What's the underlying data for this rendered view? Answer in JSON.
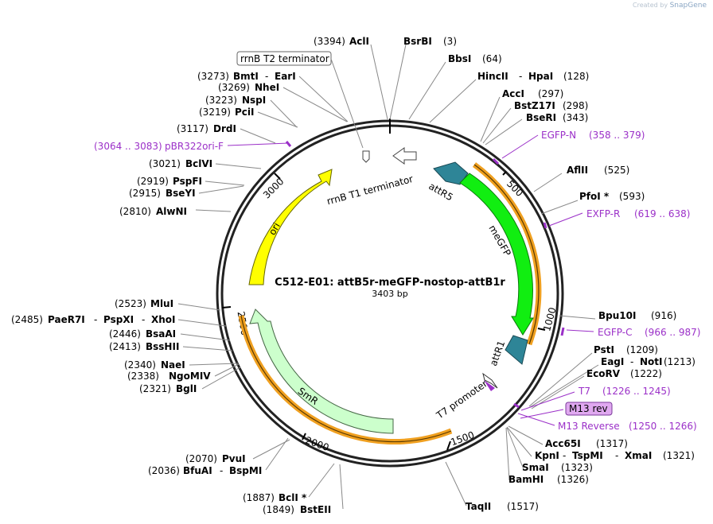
{
  "credit": {
    "prefix": "Created by",
    "brand": "SnapGene"
  },
  "plasmid": {
    "name": "C512-E01: attB5r-meGFP-nostop-attB1r",
    "length": "3403 bp"
  },
  "ring_ticks": [
    "500",
    "1000",
    "1500",
    "2000",
    "2500",
    "3000"
  ],
  "features": {
    "attR5": "attR5",
    "meGFP": "meGFP",
    "attR1": "attR1",
    "t7_promoter": "T7 promoter",
    "smr": "SmR",
    "ori": "ori",
    "rrnb_t1": "rrnB T1 terminator",
    "rrnb_t2": "rrnB T2 terminator",
    "m13_rev": "M13 rev"
  },
  "sites": {
    "acli": {
      "pos": "(3394)",
      "name": "AclI"
    },
    "bsrbi": {
      "name": "BsrBI",
      "pos": "(3)"
    },
    "bbsi": {
      "name": "BbsI",
      "pos": "(64)"
    },
    "hincii": {
      "name": "HincII",
      "sep": "-",
      "name2": "HpaI",
      "pos": "(128)"
    },
    "acci": {
      "name": "AccI",
      "pos": "(297)"
    },
    "bstz17i": {
      "name": "BstZ17I",
      "pos": "(298)"
    },
    "bseri": {
      "name": "BseRI",
      "pos": "(343)"
    },
    "aflii": {
      "name": "AflII",
      "pos": "(525)"
    },
    "pfoi": {
      "name": "PfoI *",
      "pos": "(593)"
    },
    "bpu10i": {
      "name": "Bpu10I",
      "pos": "(916)"
    },
    "psti": {
      "name": "PstI",
      "pos": "(1209)"
    },
    "eagi": {
      "name": "EagI",
      "sep": "-",
      "name2": "NotI",
      "pos": "(1213)"
    },
    "ecorv": {
      "name": "EcoRV",
      "pos": "(1222)"
    },
    "acc65i": {
      "name": "Acc65I",
      "pos": "(1317)"
    },
    "kpni": {
      "name": "KpnI",
      "sep": "-",
      "name2": "TspMI",
      "sep2": "-",
      "name3": "XmaI",
      "pos": "(1321)"
    },
    "smai": {
      "name": "SmaI",
      "pos": "(1323)"
    },
    "bamhi": {
      "name": "BamHI",
      "pos": "(1326)"
    },
    "taqii": {
      "name": "TaqII",
      "pos": "(1517)"
    },
    "bcli": {
      "pos": "(1887)",
      "name": "BclI *"
    },
    "bsteii": {
      "pos": "(1849)",
      "name": "BstEII"
    },
    "pvui": {
      "pos": "(2070)",
      "name": "PvuI"
    },
    "bfuai": {
      "pos": "(2036)",
      "name": "BfuAI",
      "sep": "-",
      "name2": "BspMI"
    },
    "bgli": {
      "pos": "(2321)",
      "name": "BglI"
    },
    "ngomiv": {
      "pos": "(2338)",
      "name": "NgoMIV"
    },
    "naei": {
      "pos": "(2340)",
      "name": "NaeI"
    },
    "bsshii": {
      "pos": "(2413)",
      "name": "BssHII"
    },
    "bsaai": {
      "pos": "(2446)",
      "name": "BsaAI"
    },
    "paer7i": {
      "pos": "(2485)",
      "name": "PaeR7I",
      "sep": "-",
      "name2": "PspXI",
      "sep2": "-",
      "name3": "XhoI"
    },
    "mlui": {
      "pos": "(2523)",
      "name": "MluI"
    },
    "alwni": {
      "pos": "(2810)",
      "name": "AlwNI"
    },
    "bseyi": {
      "pos": "(2915)",
      "name": "BseYI"
    },
    "pspfi": {
      "pos": "(2919)",
      "name": "PspFI"
    },
    "bclvi": {
      "pos": "(3021)",
      "name": "BclVI"
    },
    "drdi": {
      "pos": "(3117)",
      "name": "DrdI"
    },
    "pcii": {
      "pos": "(3219)",
      "name": "PciI"
    },
    "nspi": {
      "pos": "(3223)",
      "name": "NspI"
    },
    "nhei": {
      "pos": "(3269)",
      "name": "NheI"
    },
    "bmti": {
      "pos": "(3273)",
      "name": "BmtI",
      "sep": "-",
      "name2": "EarI"
    }
  },
  "primers": {
    "egfp_n": {
      "name": "EGFP-N",
      "pos": "(358 .. 379)"
    },
    "exfp_r": {
      "name": "EXFP-R",
      "pos": "(619 .. 638)"
    },
    "egfp_c": {
      "name": "EGFP-C",
      "pos": "(966 .. 987)"
    },
    "t7": {
      "name": "T7",
      "pos": "(1226 .. 1245)"
    },
    "m13_reverse": {
      "name": "M13 Reverse",
      "pos": "(1250 .. 1266)"
    },
    "pbr322ori_f": {
      "pos": "(3064 .. 3083)",
      "name": "pBR322ori-F"
    }
  },
  "colors": {
    "attR": "#2e8597",
    "meGFP": "#11ee11",
    "smr": "#ccffcc",
    "ori": "#ffff00",
    "primer": "#9b30c8",
    "promoter_fill": "#ffffff",
    "m13_box": "#e0a8f0",
    "orange": "#f0a020"
  }
}
